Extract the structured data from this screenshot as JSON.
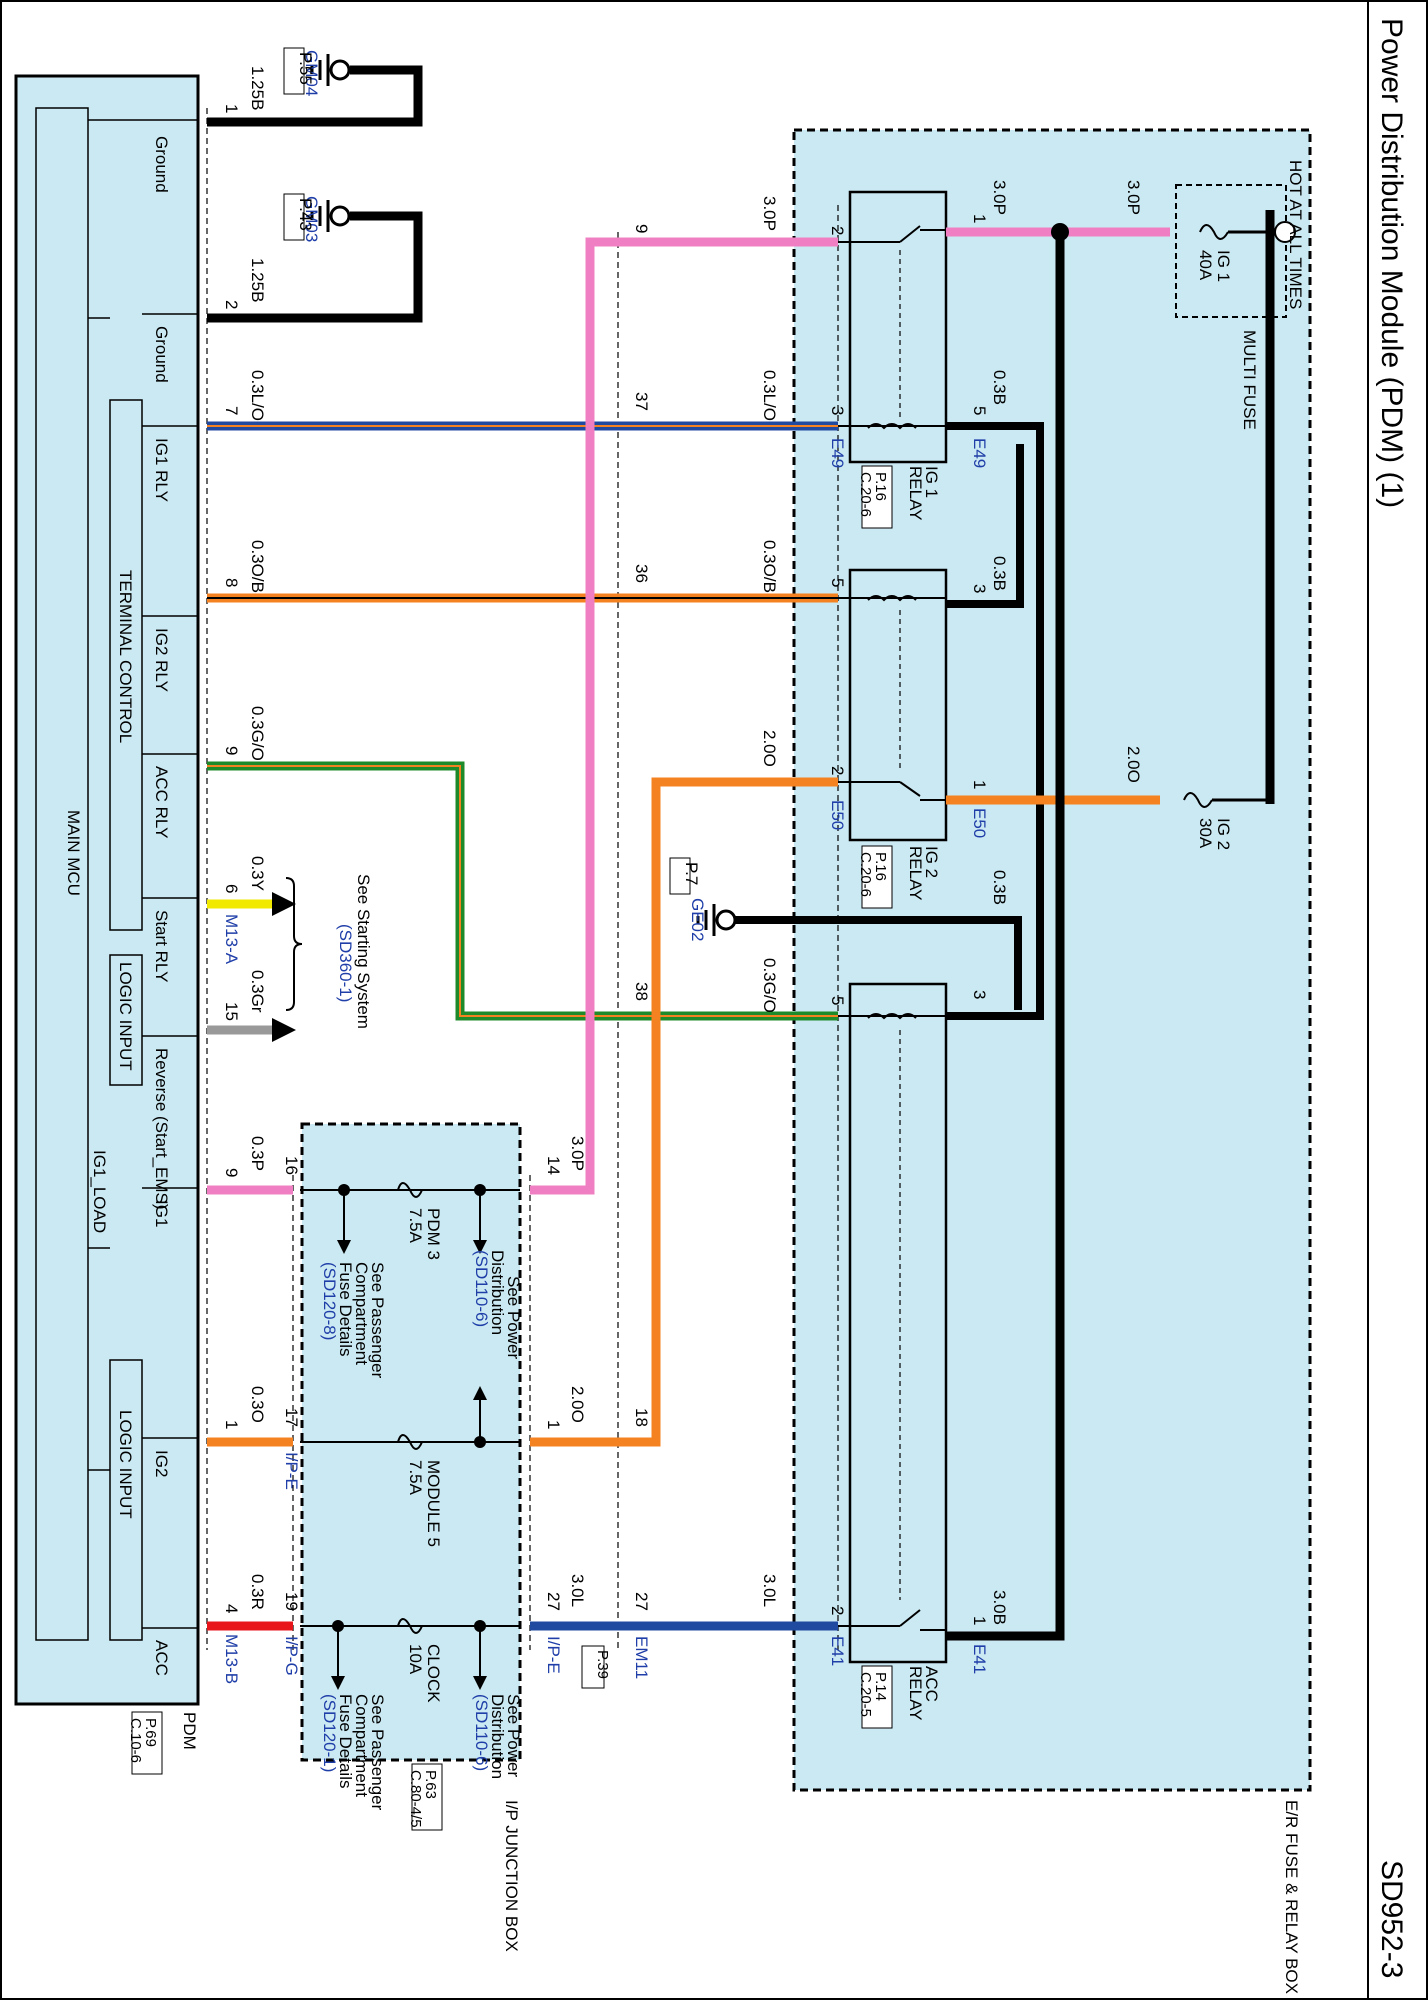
{
  "title": "Power Distribution Module (PDM) (1)",
  "page_code": "SD952-3",
  "hot_label": "HOT AT ALL TIMES",
  "multi_fuse": "MULTI FUSE",
  "er_box": "E/R FUSE & RELAY BOX",
  "ip_box": "I/P JUNCTION BOX",
  "pdm_label": "PDM",
  "pdm_ref": [
    "P.69",
    "C.10-6"
  ],
  "ip_ref": [
    "P.63",
    "C.80-4/5"
  ],
  "fuses": {
    "ig1": [
      "IG 1",
      "40A"
    ],
    "ig2": [
      "IG 2",
      "30A"
    ],
    "pdm3": [
      "PDM 3",
      "7.5A"
    ],
    "module5": [
      "MODULE 5",
      "7.5A"
    ],
    "clock": [
      "CLOCK",
      "10A"
    ]
  },
  "relays": {
    "ig1": {
      "name": [
        "IG 1",
        "RELAY"
      ],
      "ref": [
        "P.16",
        "C.20-6"
      ]
    },
    "ig2": {
      "name": [
        "IG 2",
        "RELAY"
      ],
      "ref": [
        "P.16",
        "C.20-6"
      ]
    },
    "acc": {
      "name": [
        "ACC",
        "RELAY"
      ],
      "ref": [
        "P.14",
        "C.20-5"
      ]
    }
  },
  "grounds": {
    "gm04": {
      "name": "GM04",
      "ref": "P.55"
    },
    "gm03": {
      "name": "GM03",
      "ref": "P.43"
    },
    "ge02": {
      "name": "GE02",
      "ref": "P.7"
    }
  },
  "pdm_terms": [
    "Ground",
    "Ground",
    "IG1 RLY",
    "IG2 RLY",
    "ACC RLY",
    "Start RLY",
    "Reverse (Start_EMS)",
    "IG1",
    "IG2",
    "ACC"
  ],
  "mcu": {
    "main": "MAIN MCU",
    "terminal_control": "TERMINAL CONTROL",
    "logic_input": "LOGIC INPUT",
    "logic_input2": "LOGIC INPUT",
    "ig1_load": "IG1_LOAD"
  },
  "wires": {
    "gnd1": "1.25B",
    "gnd2": "1.25B",
    "ig1rly": "0.3L/O",
    "ig2rly": "0.3O/B",
    "accrly": "0.3G/O",
    "start": "0.3Y",
    "rev": "0.3Gr",
    "ig1": "0.3P",
    "ig2": "0.3O",
    "acc": "0.3R",
    "jbe_ig1": "3.0P",
    "jbe_ig2": "2.0O",
    "jbe_acc": "3.0L",
    "er_ig1": "3.0P",
    "er_ig1rly": "0.3L/O",
    "er_ig2rly": "0.3O/B",
    "er_ig2": "2.0O",
    "er_accrly": "0.3G/O",
    "er_acc": "3.0L",
    "ig1relay_out": "3.0P",
    "ig1relay_gnd": "0.3B",
    "ig2relay_gnd": "0.3B",
    "ig2relay_in": "2.0O",
    "accrelay_gnd": "0.3B",
    "accrelay_in": "3.0B",
    "hot_ig1": "3.0P"
  },
  "pins": {
    "pdm": [
      "1",
      "2",
      "7",
      "8",
      "9",
      "6",
      "15",
      "9",
      "1",
      "4"
    ],
    "jb_left": [
      "16",
      "17",
      "19"
    ],
    "jb_right": [
      "14",
      "1",
      "27"
    ],
    "mid": [
      "9",
      "37",
      "36",
      "38",
      "18",
      "27"
    ],
    "relay_ig1": [
      "2",
      "1",
      "3",
      "5"
    ],
    "relay_ig2": [
      "5",
      "3",
      "2",
      "1"
    ],
    "relay_acc": [
      "5",
      "3",
      "2",
      "1"
    ]
  },
  "connectors": {
    "m13a": "M13-A",
    "m13b": "M13-B",
    "ipe": "I/P-E",
    "ipg": "I/P-G",
    "ipe2": "I/P-E",
    "em11": "EM11",
    "em11_ref": "P.39",
    "e49": "E49",
    "e49b": "E49",
    "e50": "E50",
    "e50b": "E50",
    "e41": "E41",
    "e41b": "E41"
  },
  "notes": {
    "starting": [
      "See Starting System",
      "(SD360-1)"
    ],
    "pdist1": [
      "See Power",
      "Distribution",
      "(SD110-6)"
    ],
    "pcomp1": [
      "See Passenger",
      "Compartment",
      "Fuse Details",
      "(SD120-8)"
    ],
    "pdist2": [
      "See Power",
      "Distribution",
      "(SD110-6)"
    ],
    "pcomp2": [
      "See Passenger",
      "Compartment",
      "Fuse Details",
      "(SD120-1)"
    ]
  }
}
